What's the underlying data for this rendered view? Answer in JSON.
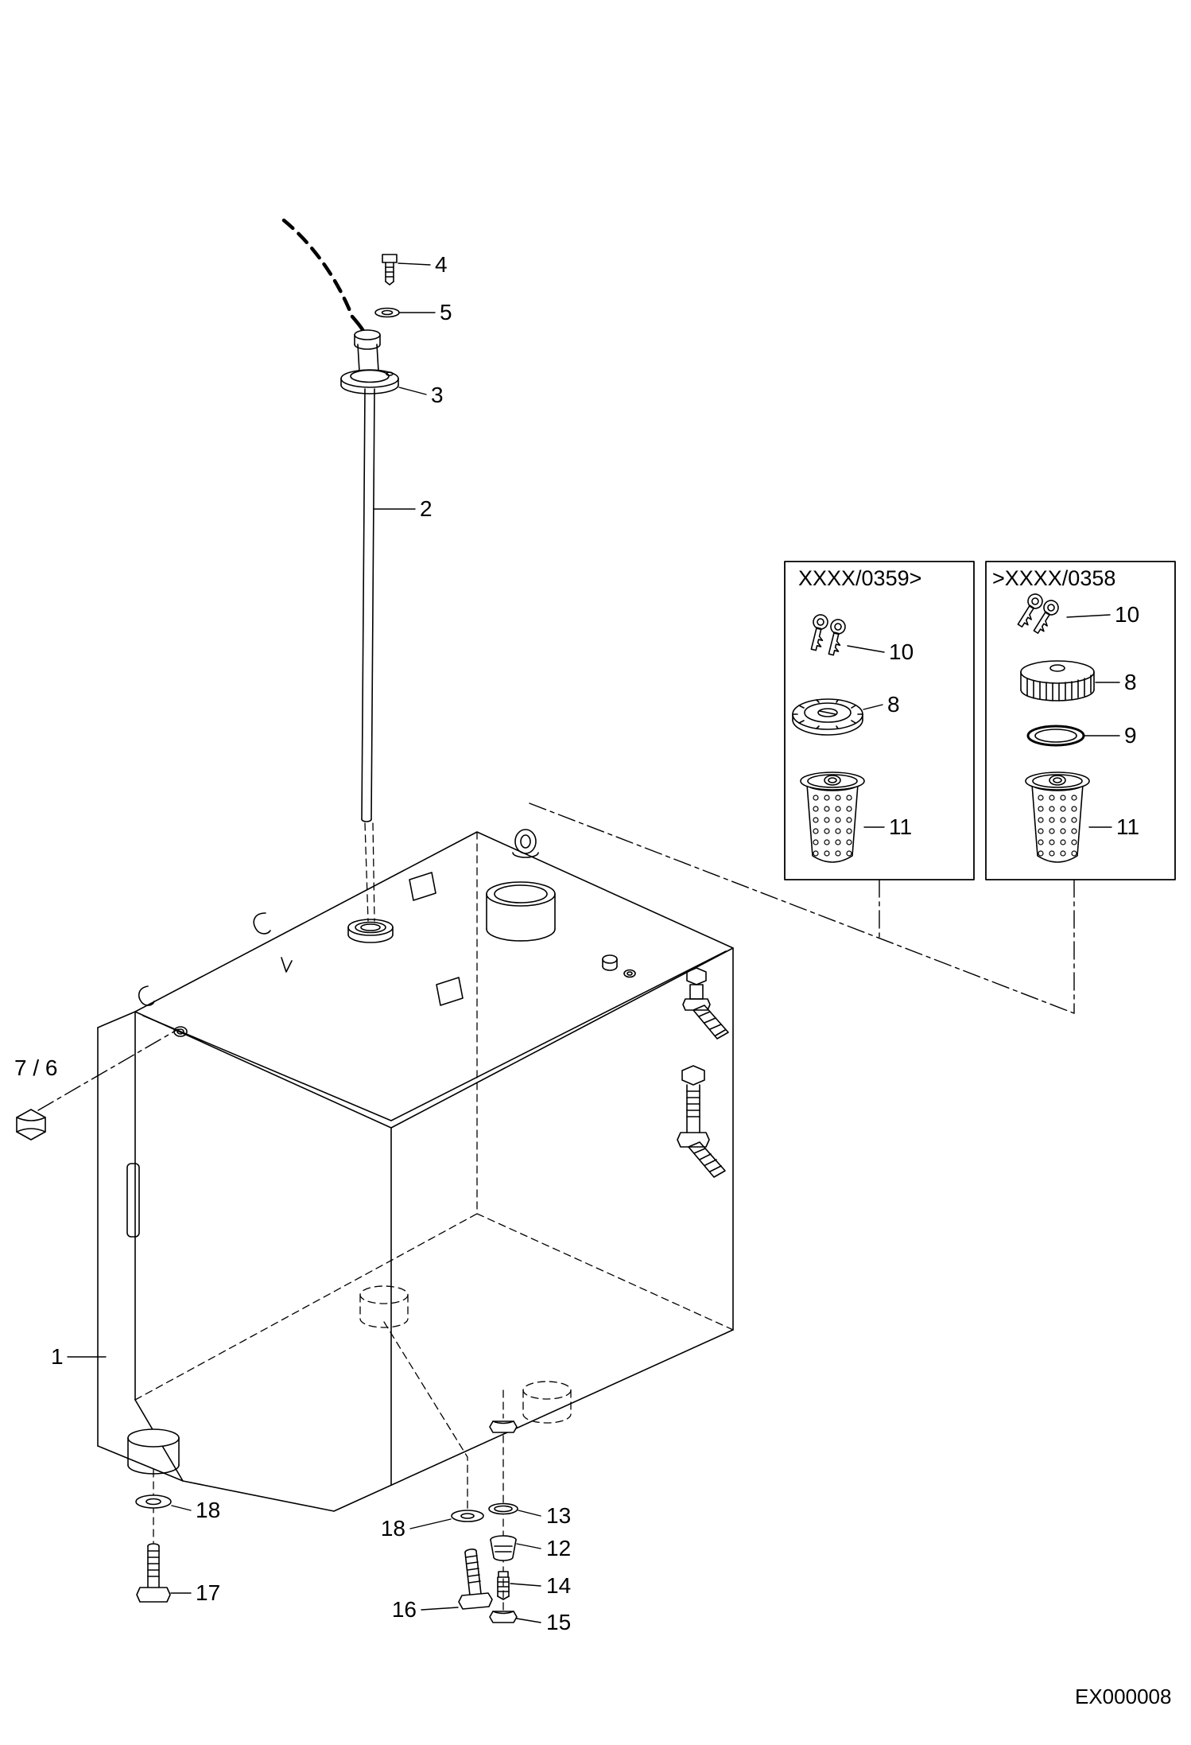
{
  "page": {
    "background": "#ffffff",
    "ink": "#000000",
    "drawing_number": "EX000008"
  },
  "callouts": {
    "tank": "1",
    "suction_tube": "2",
    "flange": "3",
    "bolt_top": "4",
    "washer_top": "5",
    "nut_mount": "7 / 6",
    "seal_ring": "13",
    "drain_plug": "12",
    "drain_fitting": "14",
    "drain_nut": "15",
    "bolt_mid": "16",
    "bolt_left": "17",
    "washer_left": "18",
    "washer_mid": "18"
  },
  "inset_0359": {
    "title": "XXXX/0359>",
    "keys": "10",
    "cap": "8",
    "strainer": "11"
  },
  "inset_0358": {
    "title": ">XXXX/0358",
    "keys": "10",
    "cap": "8",
    "oring": "9",
    "strainer": "11"
  }
}
